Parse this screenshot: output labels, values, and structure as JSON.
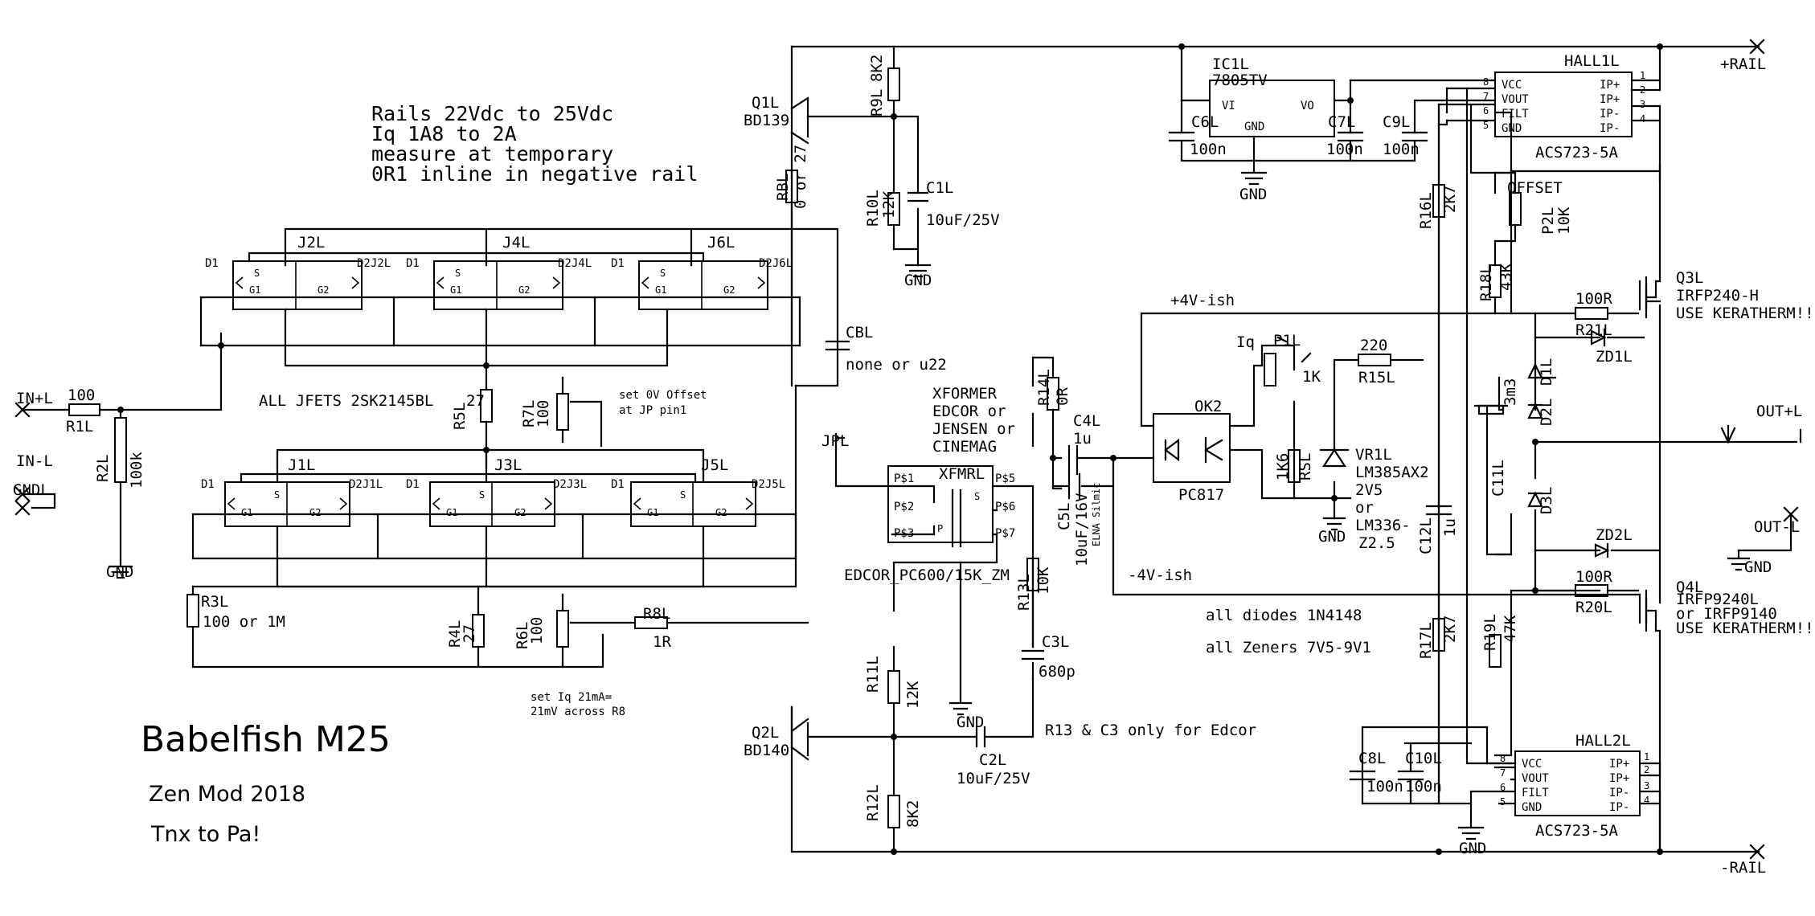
{
  "title": "Babelfish M25",
  "subtitle": "Zen Mod 2018",
  "credit": "Tnx to Pa!",
  "notes": {
    "rails": [
      "Rails 22Vdc to 25Vdc",
      "Iq 1A8 to 2A",
      "measure at temporary",
      "0R1 inline in negative rail"
    ],
    "jfets": "ALL JFETS 2SK2145BL",
    "offset": [
      "set 0V Offset",
      "at JP pin1"
    ],
    "iq": [
      "set Iq 21mA=",
      "21mV across R8"
    ],
    "xformer": [
      "XFORMER",
      "EDCOR or",
      "JENSEN or",
      "CINEMAG"
    ],
    "edcor": "R13 & C3 only for Edcor",
    "diodes": "all diodes 1N4148",
    "zeners": "all Zeners 7V5-9V1",
    "pos_bias": "+4V-ish",
    "neg_bias": "-4V-ish",
    "cbl": "none or u22"
  },
  "ports": {
    "in_pos": "IN+L",
    "in_neg": "IN-L",
    "gndl": "GNDL",
    "out_pos": "OUT+L",
    "out_neg": "OUT-L",
    "rail_pos": "+RAIL",
    "rail_neg": "-RAIL",
    "gnd": "GND"
  },
  "jfet_pins": {
    "d1": "D1",
    "d2": "D2",
    "g1": "G1",
    "g2": "G2",
    "s": "S"
  },
  "jfets": [
    {
      "ref": "J2L",
      "d2": "D2J2L"
    },
    {
      "ref": "J4L",
      "d2": "D2J4L"
    },
    {
      "ref": "J6L",
      "d2": "D2J6L"
    },
    {
      "ref": "J1L",
      "d2": "D2J1L"
    },
    {
      "ref": "J3L",
      "d2": "D2J3L"
    },
    {
      "ref": "J5L",
      "d2": "D2J5L"
    }
  ],
  "parts": {
    "Q1": [
      "Q1L",
      "BD139"
    ],
    "Q2": [
      "Q2L",
      "BD140"
    ],
    "Q3": [
      "Q3L",
      "IRFP240-H",
      "USE KERATHERM!!!"
    ],
    "Q4": [
      "Q4L",
      "IRFP9240L",
      "or IRFP9140",
      "USE KERATHERM!!!"
    ],
    "R1": [
      "R1L",
      "100"
    ],
    "R2": [
      "R2L",
      "100k"
    ],
    "R3": [
      "R3L",
      "100 or 1M"
    ],
    "R4": [
      "R4L",
      "27"
    ],
    "R5": [
      "R5L",
      "27"
    ],
    "R6": [
      "R6L",
      "100"
    ],
    "R7": [
      "R7L",
      "100"
    ],
    "R8": [
      "R8L",
      "1R"
    ],
    "R9": [
      "R9L",
      "8K2"
    ],
    "R10": [
      "R10L",
      "12K"
    ],
    "R11": [
      "R11L",
      "12K"
    ],
    "R12": [
      "R12L",
      "8K2"
    ],
    "R13": [
      "R13L",
      "10K"
    ],
    "R14": [
      "R14L",
      "0R"
    ],
    "R15": [
      "R15L",
      "220"
    ],
    "R16": [
      "R16L",
      "2K7"
    ],
    "R17": [
      "R17L",
      "2K7"
    ],
    "R18": [
      "R18L",
      "43K"
    ],
    "R19": [
      "R19L",
      "47K"
    ],
    "R20": [
      "R20L",
      "100R"
    ],
    "R21": [
      "R21L",
      "100R"
    ],
    "RBL": [
      "RBL",
      "0 or 27"
    ],
    "RSL": [
      "RSL",
      "1K6"
    ],
    "P1": [
      "P1L",
      "1K",
      "Iq"
    ],
    "P2": [
      "P2L",
      "10K",
      "OFFSET"
    ],
    "C1": [
      "C1L",
      "10uF/25V"
    ],
    "C2": [
      "C2L",
      "10uF/25V"
    ],
    "C3": [
      "C3L",
      "680p"
    ],
    "C4": [
      "C4L",
      "1u"
    ],
    "C5": [
      "C5L",
      "10uF/16V",
      "ELNA Silmic"
    ],
    "C6": [
      "C6L",
      "100n"
    ],
    "C7": [
      "C7L",
      "100n"
    ],
    "C8": [
      "C8L",
      "100n"
    ],
    "C9": [
      "C9L",
      "100n"
    ],
    "C10": [
      "C10L",
      "100n"
    ],
    "C11": [
      "C11L",
      "3m3"
    ],
    "C12": [
      "C12L",
      "1u"
    ],
    "CB": [
      "CBL"
    ],
    "JP": [
      "JPL"
    ],
    "IC1": [
      "IC1L",
      "7805TV",
      "VI",
      "VO",
      "GND"
    ],
    "OK2": [
      "OK2",
      "PC817"
    ],
    "VR1": [
      "VR1L",
      "LM385AX2",
      "2V5",
      "or",
      "LM336-",
      "Z2.5"
    ],
    "D1": [
      "D1L"
    ],
    "D2": [
      "D2L"
    ],
    "D3": [
      "D3L"
    ],
    "ZD1": [
      "ZD1L"
    ],
    "ZD2": [
      "ZD2L"
    ],
    "XF": [
      "XFMRL",
      "EDCOR_PC600/15K_ZM",
      "P$1",
      "P$2",
      "P$3",
      "P$5",
      "P$6",
      "P$7",
      "P",
      "S"
    ]
  },
  "hall1": {
    "ref": "HALL1L",
    "part": "ACS723-5A",
    "pins_l": [
      "VCC",
      "VOUT",
      "FILT",
      "GND"
    ],
    "pins_r": [
      "IP+",
      "IP+",
      "IP-",
      "IP-"
    ],
    "nums_l": [
      "8",
      "7",
      "6",
      "5"
    ],
    "nums_r": [
      "1",
      "2",
      "3",
      "4"
    ]
  },
  "hall2": {
    "ref": "HALL2L",
    "part": "ACS723-5A",
    "pins_l": [
      "VCC",
      "VOUT",
      "FILT",
      "GND"
    ],
    "pins_r": [
      "IP+",
      "IP+",
      "IP-",
      "IP-"
    ],
    "nums_l": [
      "8",
      "7",
      "6",
      "5"
    ],
    "nums_r": [
      "1",
      "2",
      "3",
      "4"
    ]
  }
}
